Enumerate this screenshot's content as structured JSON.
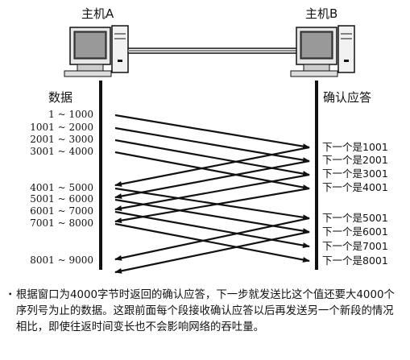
{
  "hosts": {
    "a": "主机A",
    "b": "主机B"
  },
  "headers": {
    "data": "数据",
    "ack": "确认应答"
  },
  "segments": [
    "1 ~ 1000",
    "1001 ~ 2000",
    "2001 ~ 3000",
    "3001 ~ 4000",
    "4001 ~ 5000",
    "5001 ~ 6000",
    "6001 ~ 7000",
    "7001 ~ 8000",
    "8001 ~ 9000"
  ],
  "acks": [
    "下一个是1001",
    "下一个是2001",
    "下一个是3001",
    "下一个是4001",
    "下一个是5001",
    "下一个是6001",
    "下一个是7001",
    "下一个是8001"
  ],
  "caption": {
    "bullet": "・",
    "text": "根据窗口为4000字节时返回的确认应答，下一步就发送比这个值还要大4000个序列号为止的数据。这跟前面每个段接收确认应答以后再发送另一个新段的情况相比，即使往返时间变长也不会影响网络的吞吐量。"
  }
}
